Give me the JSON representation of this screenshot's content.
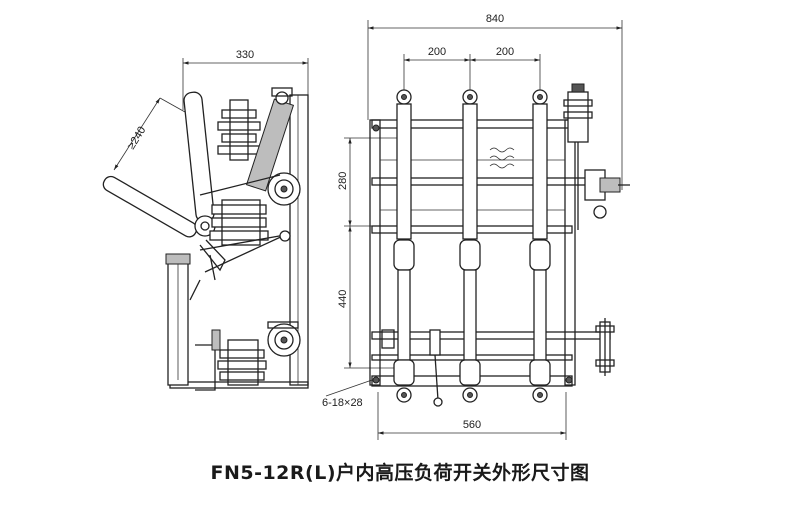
{
  "figure": {
    "caption": "FN5-12R(L)户内高压负荷开关外形尺寸图"
  },
  "side_view": {
    "width_dim": "330",
    "angle_dim": "≥240"
  },
  "front_view": {
    "overall_width_dim": "840",
    "pole_spacing_left": "200",
    "pole_spacing_right": "200",
    "upper_height_dim": "280",
    "lower_height_dim": "440",
    "hole_spec": "6-18×28",
    "base_width_dim": "560"
  }
}
